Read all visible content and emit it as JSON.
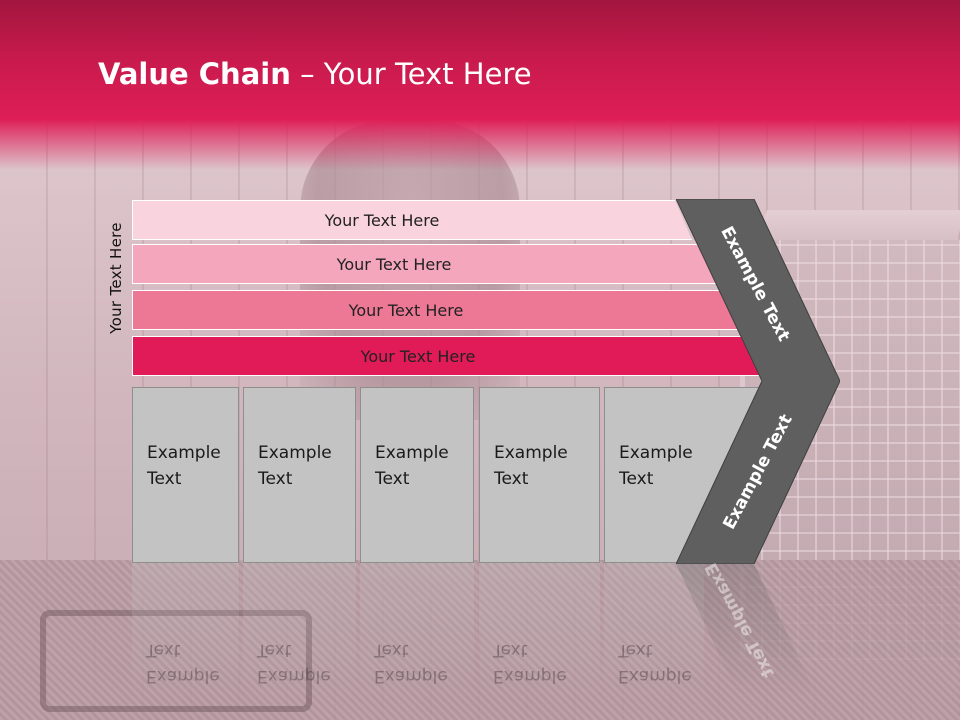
{
  "title": {
    "bold": "Value Chain",
    "rest": " – Your Text Here"
  },
  "side_label": "Your Text Here",
  "bars": [
    {
      "label": "Your Text Here",
      "color": "#f9d3dd"
    },
    {
      "label": "Your Text Here",
      "color": "#f3a6bc"
    },
    {
      "label": "Your Text Here",
      "color": "#ec7895"
    },
    {
      "label": "Your Text Here",
      "color": "#e01b58"
    }
  ],
  "boxes": [
    {
      "line1": "Example",
      "line2": "Text"
    },
    {
      "line1": "Example",
      "line2": "Text"
    },
    {
      "line1": "Example",
      "line2": "Text"
    },
    {
      "line1": "Example",
      "line2": "Text"
    },
    {
      "line1": "Example",
      "line2": "Text"
    }
  ],
  "chevron": {
    "upper_label": "Example Text",
    "lower_label": "Example Text",
    "color": "#5f5f5f"
  },
  "colors": {
    "header": "#d81b52",
    "box": "#c3c3c3"
  }
}
